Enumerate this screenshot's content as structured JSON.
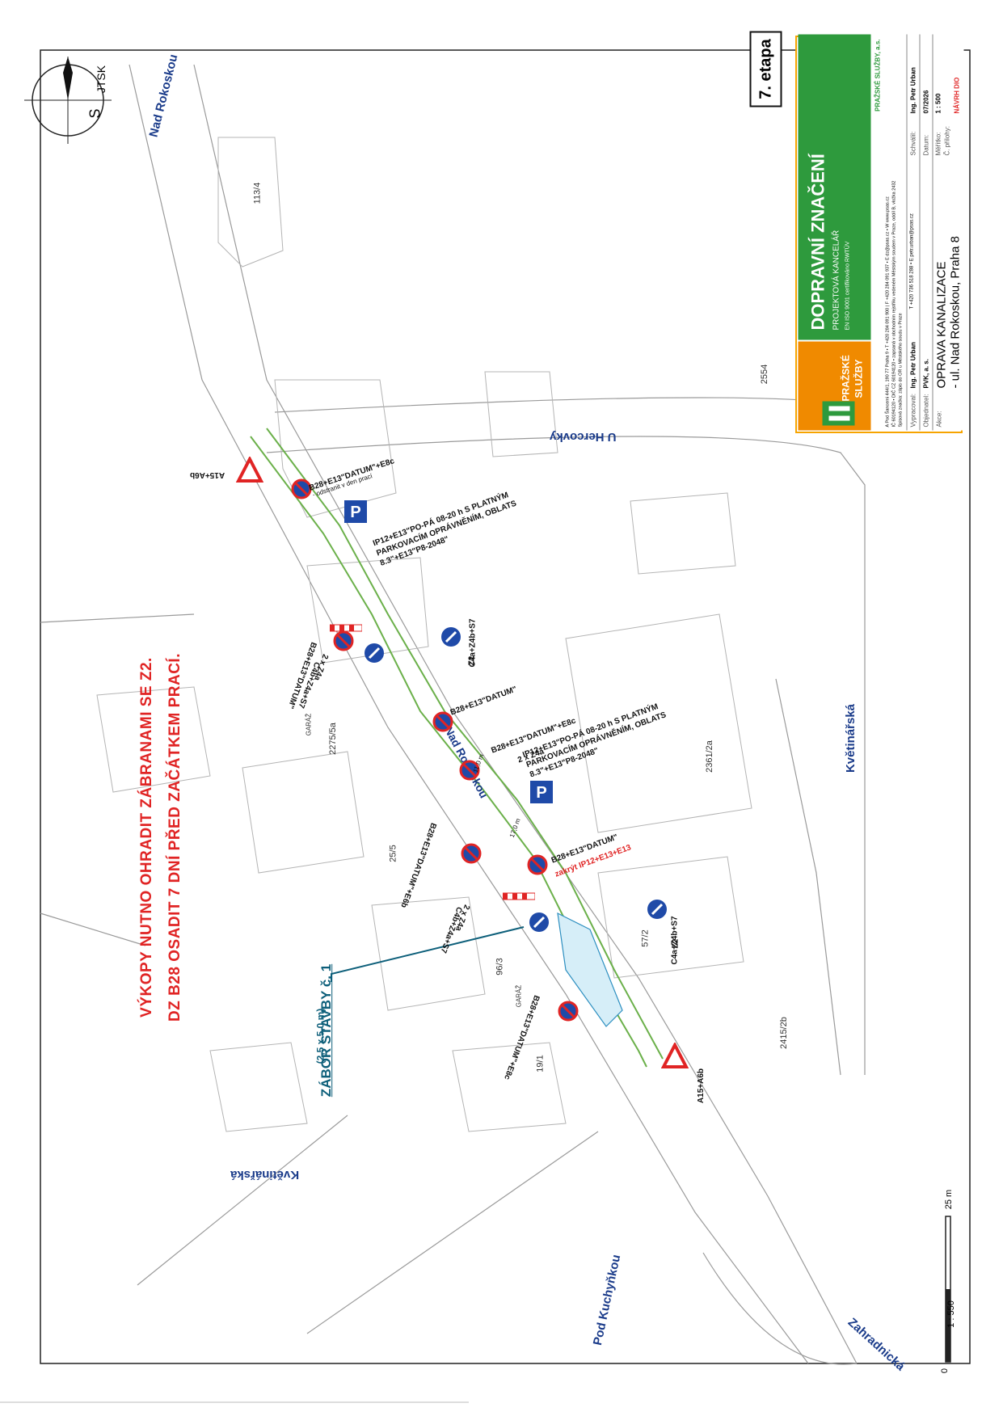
{
  "map": {
    "compass": {
      "south_label": "S",
      "system_label": "JTSK"
    },
    "streets": {
      "nad_rokoskou_top": "Nad Rokoskou",
      "nad_rokoskou_mid": "Nad Rokoskou",
      "u_hercovky": "U Hercovky",
      "kvetinarska_right": "Květinářská",
      "kvetinarska_left": "Květinářská",
      "pod_kuchynkou": "Pod Kuchyňkou",
      "zahradnicka": "Zahradnická"
    },
    "parcels": [
      "113/4",
      "2554",
      "2361/2a",
      "2275/5a",
      "25/5",
      "96/3",
      "19/1",
      "57/2",
      "2415/2b"
    ],
    "labels": {
      "garaz_1": "GARÁŽ",
      "garaz_2": "GARÁŽ"
    },
    "sign_labels": {
      "a15_top": "A15+A6b",
      "b28_top": "B28+E13\"DATUM\"+E8c",
      "b28_top_sub": "- odstranit v den prací",
      "ip12_top": "IP12+E13\"PO-PÁ 08-20 h S PLATNÝM PARKOVACÍM OPRÁVNĚNÍM, OBLATS 8.3\"+E13\"P8-2048\"",
      "c4a_top": "C4a+Z4b+S7",
      "z2_top": "Z2",
      "b28_mid": "B28+E13\"DATUM\"",
      "b28_mid2": "B28+E13\"DATUM\"+E8c",
      "z4a_mid": "2 x Z4a",
      "ip12_mid": "IP12+E13\"PO-PÁ 08-20 h S PLATNÝM PARKOVACÍM OPRÁVNĚNÍM, OBLATS 8.3\"+E13\"P8-2048\"",
      "b28_zakryt": "B28+E13\"DATUM\"",
      "zakryt": "zakrýt IP12+E13+E13",
      "c4a_bottom": "C4a+Z4b+S7",
      "z2_bottom": "Z2",
      "a15_bottom": "A15+A6b",
      "left_1": "B28+E13\"DATUM\"",
      "left_2": "C4b+Z4a+S7",
      "left_3": "2 x Z4a",
      "left_4": "B28+E13\"DATUM\"+E6b",
      "left_5": "2 x Z4a",
      "left_6": "C4b+Z4a+S7",
      "left_7": "B28+E13\"DATUM\"+E8c",
      "dist_1": "11,0 m",
      "dist_2": "17,0 m"
    },
    "warning_note": {
      "line1": "VÝKOPY NUTNO OHRADIT ZÁBRANAMI SE Z2.",
      "line2": "DZ B28 OSADIT 7 DNÍ PŘED ZAČÁTKEM PRACÍ."
    },
    "zabor": {
      "title": "ZÁBOR STAVBY č. 1",
      "size": "(2,5 x 5,0 m)"
    },
    "scale": {
      "start": "0",
      "end": "25 m",
      "ratio": "1 : 550"
    }
  },
  "title_block": {
    "stage": "7. etapa",
    "logo_line1": "PRAŽSKÉ",
    "logo_line2": "SLUŽBY",
    "company_title": "DOPRAVNÍ ZNAČENÍ",
    "company_sub": "PROJEKTOVÁ KANCELÁŘ",
    "company_iso": "EN ISO 9001 certifikováno RWTÜV",
    "company_name": "PRAŽSKÉ SLUŽBY, a.s.",
    "contact_1": "A Pod Šancemi 444/1, 190 77 Praha 9 • T +420 284 091 900 | F +420 284 091 937 • E dz@psas.cz • W www.psas.cz",
    "contact_2": "IČ 60194120 • DIČ CZ 60194120 • zapsaná v obchodním rejstříku vedeném Městským soudem v Praze, oddíl B, vložka 2432",
    "contact_3": "Spisová značka: zápis do OR u Městského soudu v Praze",
    "designer_label": "Vypracoval:",
    "designer": "Ing. Petr Urban",
    "contact_person": "T +420 736 518 288 • E petr.urban@psas.cz",
    "client_label": "Objednatel:",
    "client": "PVK, a. s.",
    "action_label": "Akce:",
    "action_1": "OPRAVA KANALIZACE",
    "action_2": "- ul. Nad Rokoskou, Praha 8",
    "checked_label": "Schválil:",
    "checked": "Ing. Petr Urban",
    "date_label": "Datum:",
    "date": "07/2026",
    "scale_label": "Měřítko:",
    "scale": "1 : 500",
    "num_label": "Č. přílohy:",
    "num": "",
    "doc_type": "NÁVRH DIO"
  },
  "colors": {
    "street_text": "#1a3b8a",
    "note_red": "#e02424",
    "zabor_teal": "#0d5f7a",
    "green_route": "#6bb04a",
    "title_green": "#2e9a3d",
    "logo_orange": "#f08a00",
    "frame_orange": "#f6a400"
  },
  "icons": [
    "north-arrow-icon",
    "no-stopping-sign-icon",
    "parking-sign-icon",
    "warning-triangle-icon",
    "keep-right-sign-icon",
    "barrier-icon"
  ]
}
